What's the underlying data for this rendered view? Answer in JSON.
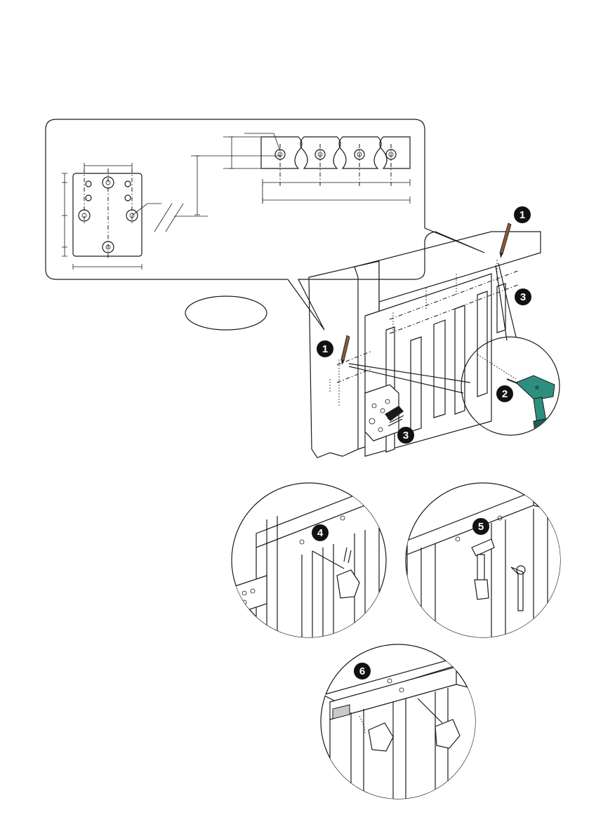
{
  "steps": [
    {
      "id": "step-1-top",
      "number": "1"
    },
    {
      "id": "step-1-left",
      "number": "1"
    },
    {
      "id": "step-2",
      "number": "2"
    },
    {
      "id": "step-3-right",
      "number": "3"
    },
    {
      "id": "step-3-bottom",
      "number": "3"
    },
    {
      "id": "step-4",
      "number": "4"
    },
    {
      "id": "step-5",
      "number": "5"
    },
    {
      "id": "step-6",
      "number": "6"
    }
  ],
  "colors": {
    "marker_fill": "#111111",
    "drill_body": "#2f8f7f",
    "drill_dark": "#1f5f55",
    "pencil": "#8a5a3a",
    "line": "#1a1a1a",
    "shade": "#c9c9c9"
  },
  "icons": [
    "pencil-icon",
    "drill-icon",
    "hand-icon",
    "wrench-icon",
    "hammer-icon",
    "screwdriver-icon",
    "arrow-icon"
  ]
}
